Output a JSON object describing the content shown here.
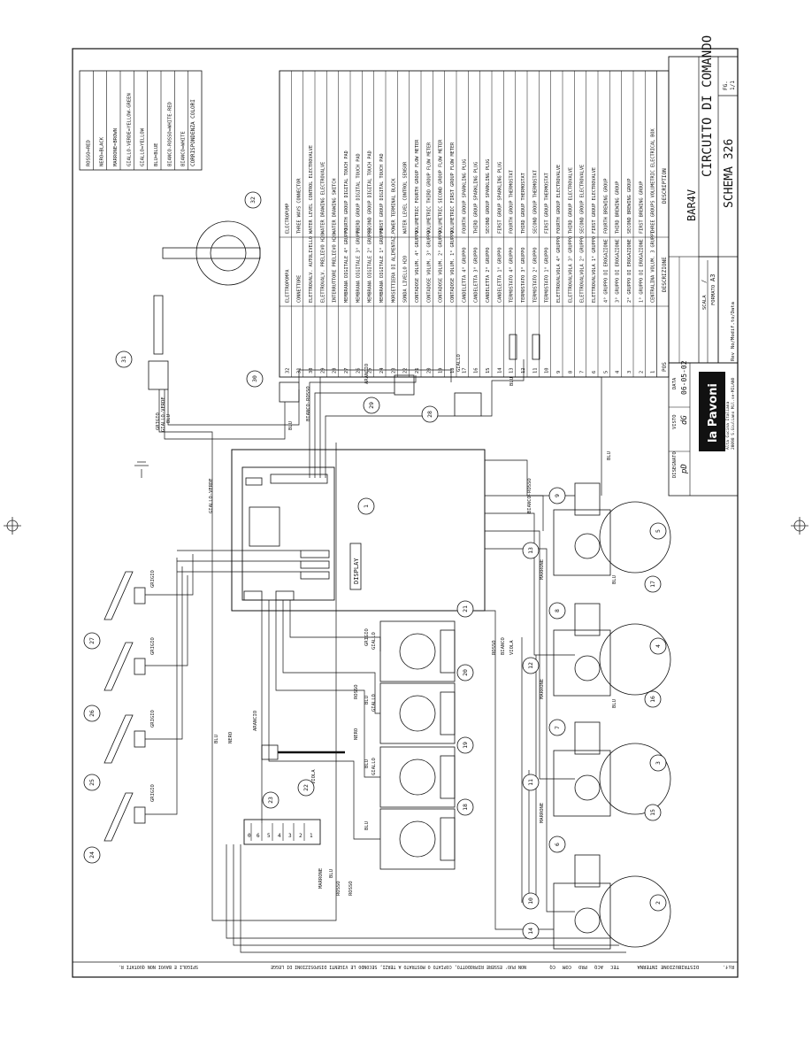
{
  "sheet": {
    "title_box": {
      "project": "BAR4V",
      "title": "CIRCUITO DI COMANDO",
      "schema": "SCHEMA 326",
      "fg_label": "FG.",
      "fg_value": "1/1",
      "scala_label": "SCALA",
      "scala_value": "/",
      "formato_label": "FORMATO",
      "formato_value": "A3",
      "rev_label": "Rev",
      "modif_label": "No/Modif.to/Data",
      "disegnato_label": "DISEGNATO",
      "disegnato_value": "pD",
      "visto_label": "VISTO",
      "visto_value": "dG",
      "data_label": "DATA",
      "data_value": "06-05-02",
      "brand": "la Pavoni",
      "brand_line1": "Alta Cucina Italiana",
      "brand_line2": "20098 S.Giuliano Mil.se-MILANO"
    },
    "footer": {
      "distribution": "DISTRIBUZIONE INTERNA",
      "departments": [
        "TEC",
        "ACQ",
        "PRO",
        "COM",
        "CQ"
      ],
      "legal": "NON PUO' ESSERE RIPRODOTTO, COPIATO O MOSTRATO A TERZI, SECONDO LE VIGENTI DISPOSIZIONI DI LEGGE",
      "notes": "SPIGOLI E BAVOI NON QUOTATI R.",
      "ref": "Rif."
    },
    "color_legend": {
      "title": "CORRISPONDENZA COLORI",
      "items": [
        "BIANCO=WHITE",
        "BIANCO-ROSSO=WHITE-RED",
        "BLU=BLUE",
        "GIALLO=YELLOW",
        "GIALLO-VERDE=YELLOW-GREEN",
        "MARRONE=BROWN",
        "NERO=BLACK",
        "ROSSO=RED"
      ]
    },
    "parts_list": {
      "pos_label": "POS",
      "desc_label": "DESCRIZIONE",
      "description_label": "DESCRIPTION",
      "items": [
        {
          "pos": "1",
          "it": "CENTRALINA VOLUM. 3 GRUPPI",
          "en": "THREE GROUPS VOLUMETRIC ELECTRICAL BOX"
        },
        {
          "pos": "2",
          "it": "1° GRUPPO DI EROGAZIONE",
          "en": "FIRST BREWING GROUP"
        },
        {
          "pos": "3",
          "it": "2° GRUPPO DI EROGAZIONE",
          "en": "SECOND BREWING GROUP"
        },
        {
          "pos": "4",
          "it": "3° GRUPPO DI EROGAZIONE",
          "en": "THIRD BREWING GROUP"
        },
        {
          "pos": "5",
          "it": "4° GRUPPO DI EROGAZIONE",
          "en": "FOURTH BREWING GROUP"
        },
        {
          "pos": "6",
          "it": "ELETTROVALVOLA 1° GRUPPO",
          "en": "FIRST GROUP ELECTROVALVE"
        },
        {
          "pos": "7",
          "it": "ELETTROVALVOLA 2° GRUPPO",
          "en": "SECOND GROUP ELECTROVALVE"
        },
        {
          "pos": "8",
          "it": "ELETTROVALVOLA 3° GRUPPO",
          "en": "THIRD GROUP ELECTROVALVE"
        },
        {
          "pos": "9",
          "it": "ELETTROVALVOLA 4° GRUPPO",
          "en": "FOURTH GROUP ELECTROVALVE"
        },
        {
          "pos": "10",
          "it": "TERMOSTATO 1° GRUPPO",
          "en": "FIRST GROUP THERMOSTAT"
        },
        {
          "pos": "11",
          "it": "TERMOSTATO 2° GRUPPO",
          "en": "SECOND GROUP THERMOSTAT"
        },
        {
          "pos": "12",
          "it": "TERMOSTATO 3° GRUPPO",
          "en": "THIRD GROUP THERMOSTAT"
        },
        {
          "pos": "13",
          "it": "TERMOSTATO 4° GRUPPO",
          "en": "FOURTH GROUP THERMOSTAT"
        },
        {
          "pos": "14",
          "it": "CANDELETTA 1° GRUPPO",
          "en": "FIRST GROUP SPARKLING PLUG"
        },
        {
          "pos": "15",
          "it": "CANDELETTA 2° GRUPPO",
          "en": "SECOND GROUP SPARKLING PLUG"
        },
        {
          "pos": "16",
          "it": "CANDELETTA 3° GRUPPO",
          "en": "THIRD GROUP SPARKLING PLUG"
        },
        {
          "pos": "17",
          "it": "CANDELETTA 4° GRUPPO",
          "en": "FOURTH GROUP SPARKLING PLUG"
        },
        {
          "pos": "18",
          "it": "CONTADOSE VOLUM. 1° GRUPPO",
          "en": "VOLUMETRIC FIRST GROUP FLOW METER"
        },
        {
          "pos": "19",
          "it": "CONTADOSE VOLUM. 2° GRUPPO",
          "en": "VOLUMETRIC SECOND GROUP FLOW METER"
        },
        {
          "pos": "20",
          "it": "CONTADOSE VOLUM. 3° GRUPPO",
          "en": "VOLUMETRIC THIRD GROUP FLOW METER"
        },
        {
          "pos": "21",
          "it": "CONTADOSE VOLUM. 4° GRUPPO",
          "en": "VOLUMETRIC FOURTH GROUP FLOW METER"
        },
        {
          "pos": "22",
          "it": "SONDA LIVELLO H2O",
          "en": "WATER LEVEL CONTROL SENSOR"
        },
        {
          "pos": "23",
          "it": "MORSETTIERA DI ALIMENTAZ.",
          "en": "POWER TERMINAL BLOCK"
        },
        {
          "pos": "24",
          "it": "MEMBRANA DIGITALE 1° GRUPPO",
          "en": "FIRST GROUP DIGITAL TOUCH PAD"
        },
        {
          "pos": "25",
          "it": "MEMBRANA DIGITALE 2° GRUPPO",
          "en": "SECOND GROUP DIGITAL TOUCH PAD"
        },
        {
          "pos": "26",
          "it": "MEMBRANA DIGITALE 3° GRUPPO",
          "en": "THIRD GROUP DIGITAL TOUCH PAD"
        },
        {
          "pos": "27",
          "it": "MEMBRANA DIGITALE 4° GRUPPO",
          "en": "FOURTH GROUP DIGITAL TOUCH PAD"
        },
        {
          "pos": "28",
          "it": "INTERRUTTORE PRELIEVO H2O",
          "en": "WATER DRAWING SWITCH"
        },
        {
          "pos": "29",
          "it": "ELETTROVALV. PRELIEVO H2O",
          "en": "WATER DRAWING ELECTROVALVE"
        },
        {
          "pos": "30",
          "it": "ELETTROVALV. AUTOLIVELLO",
          "en": "WATER LEVEL CONTROL ELECTROVALVE"
        },
        {
          "pos": "31",
          "it": "CONNETTORE",
          "en": "THREE WAYS CONNECTOR"
        },
        {
          "pos": "32",
          "it": "ELETTROPOMPA",
          "en": "ELECTROPUMP"
        }
      ]
    },
    "diagram": {
      "bubbles": [
        "1",
        "2",
        "3",
        "4",
        "5",
        "6",
        "7",
        "8",
        "9",
        "10",
        "11",
        "12",
        "13",
        "14",
        "15",
        "16",
        "17",
        "18",
        "19",
        "20",
        "21",
        "22",
        "23",
        "24",
        "25",
        "26",
        "27",
        "28",
        "29",
        "30",
        "31",
        "32"
      ],
      "wire_labels": {
        "giallo_verde": "GIALLO-VERDE",
        "grigio": "GRIGIO",
        "blu": "BLU",
        "nero": "NERO",
        "viola": "VIOLA",
        "arancio": "ARANCIO",
        "marrone": "MARRONE",
        "rosso": "ROSSO",
        "bianco": "BIANCO",
        "bianco_rosso": "BIANCO-ROSSO",
        "giallo": "GIALLO"
      },
      "display_label": "DISPLAY",
      "terminal_numbers": [
        "0",
        "6",
        "5",
        "4",
        "3",
        "2",
        "1"
      ]
    }
  }
}
